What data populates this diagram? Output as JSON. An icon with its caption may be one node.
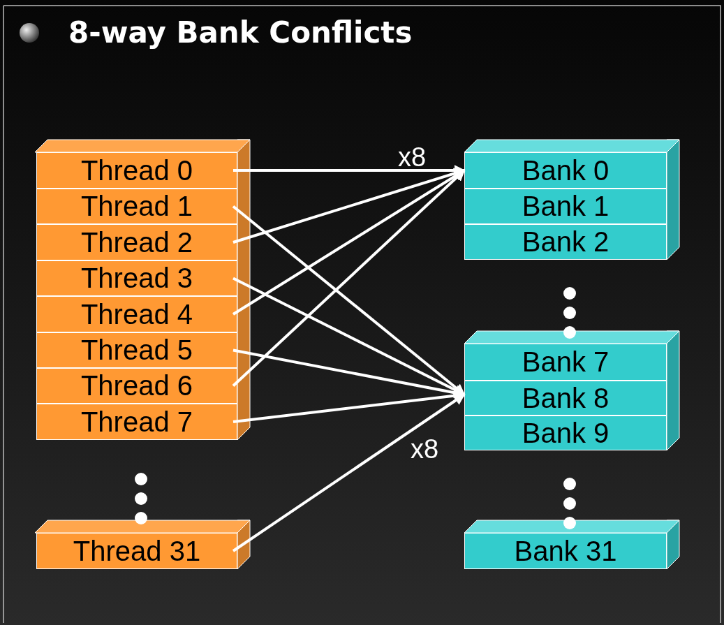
{
  "diagram": {
    "title": "8-way Bank Conflicts",
    "nodes": [
      {
        "text": [
          "Thread 0"
        ]
      },
      {
        "text": [
          "Thread 1"
        ]
      },
      {
        "text": [
          "Thread 2"
        ]
      },
      {
        "text": [
          "Thread 3"
        ]
      },
      {
        "text": [
          "Thread 4"
        ]
      },
      {
        "text": [
          "Thread 5"
        ]
      },
      {
        "text": [
          "Thread 6"
        ]
      },
      {
        "text": [
          "Thread 7"
        ]
      },
      {
        "text": [
          "Thread 31"
        ]
      },
      {
        "text": [
          "Bank 0"
        ]
      },
      {
        "text": [
          "Bank 1"
        ]
      },
      {
        "text": [
          "Bank 2"
        ]
      },
      {
        "text": [
          "Bank 7"
        ]
      },
      {
        "text": [
          "Bank 8"
        ]
      },
      {
        "text": [
          "Bank 9"
        ]
      },
      {
        "text": [
          "Bank 31"
        ]
      }
    ],
    "edges": [
      {
        "from": 0,
        "to": 9,
        "arrow": "to"
      },
      {
        "from": 1,
        "to": 13,
        "arrow": "to"
      },
      {
        "from": 2,
        "to": 9,
        "arrow": "to"
      },
      {
        "from": 3,
        "to": 13,
        "arrow": "to"
      },
      {
        "from": 4,
        "to": 9,
        "arrow": "to"
      },
      {
        "from": 5,
        "to": 13,
        "arrow": "to"
      },
      {
        "from": 6,
        "to": 9,
        "arrow": "to"
      },
      {
        "from": 7,
        "to": 13,
        "arrow": "to"
      },
      {
        "from": 8,
        "to": 13,
        "arrow": "to"
      }
    ],
    "labels": [
      "x8",
      "x8"
    ]
  }
}
